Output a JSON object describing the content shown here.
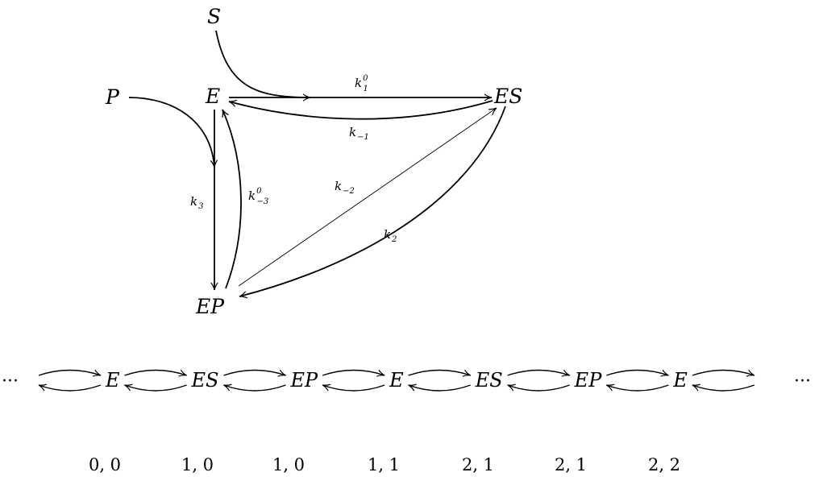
{
  "diagram": {
    "nodes": {
      "S": "S",
      "P": "P",
      "E": "E",
      "ES": "ES",
      "EP": "EP"
    },
    "rates": {
      "k1_0": {
        "base": "k",
        "sub": "1",
        "sup": "0"
      },
      "k_m1": {
        "base": "k",
        "sub": "−1",
        "sup": ""
      },
      "k_m2": {
        "base": "k",
        "sub": "−2",
        "sup": ""
      },
      "k2": {
        "base": "k",
        "sub": "2",
        "sup": ""
      },
      "k3": {
        "base": "k",
        "sub": "3",
        "sup": ""
      },
      "k_m3_0": {
        "base": "k",
        "sub": "−3",
        "sup": "0"
      }
    }
  },
  "chain": {
    "leading_ellipsis": "···",
    "trailing_ellipsis": "···",
    "states": [
      "E",
      "ES",
      "EP",
      "E",
      "ES",
      "EP",
      "E"
    ],
    "counts": [
      "0, 0",
      "1, 0",
      "1, 0",
      "1, 1",
      "2, 1",
      "2, 1",
      "2, 2"
    ]
  }
}
